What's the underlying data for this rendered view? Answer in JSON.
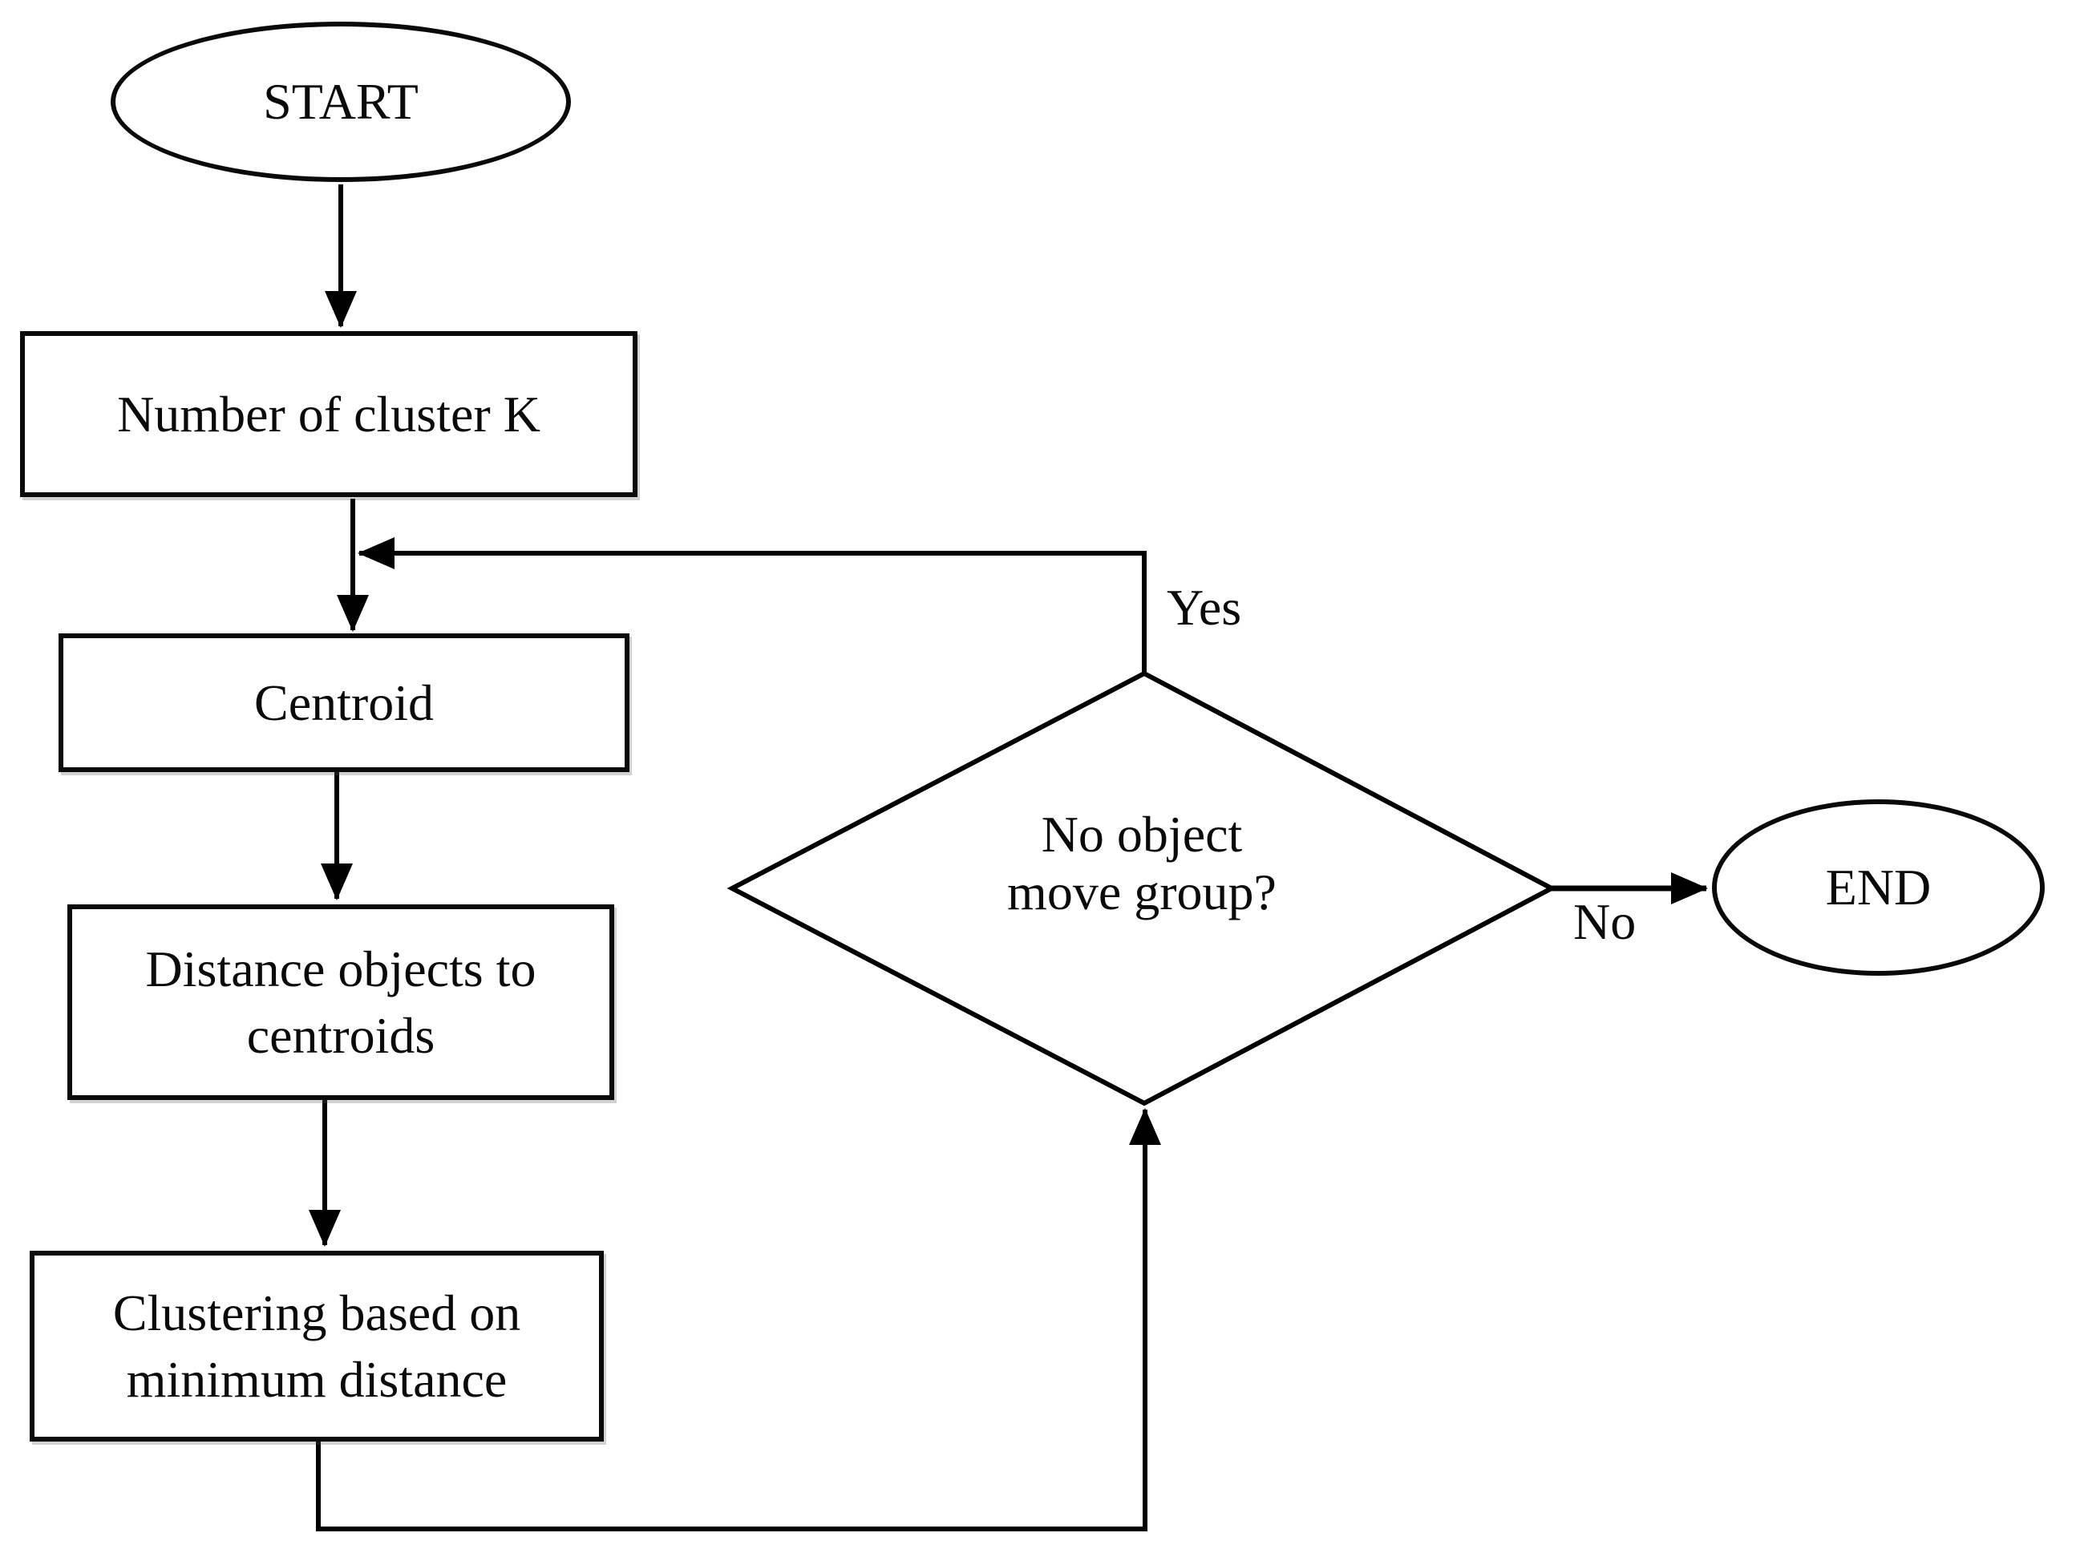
{
  "flowchart": {
    "nodes": {
      "start": {
        "label": "START",
        "shape": "terminator"
      },
      "cluster_k": {
        "label": "Number of cluster K",
        "shape": "process"
      },
      "centroid": {
        "label": "Centroid",
        "shape": "process"
      },
      "distance": {
        "label": "Distance objects to centroids",
        "shape": "process"
      },
      "clustering": {
        "label": "Clustering based on minimum distance",
        "shape": "process"
      },
      "decision": {
        "label": "No object move group?",
        "shape": "decision"
      },
      "end": {
        "label": "END",
        "shape": "terminator"
      }
    },
    "edge_labels": {
      "yes": "Yes",
      "no": "No"
    },
    "colors": {
      "stroke": "#000000",
      "fill": "#ffffff",
      "text": "#0a0a0a"
    }
  }
}
